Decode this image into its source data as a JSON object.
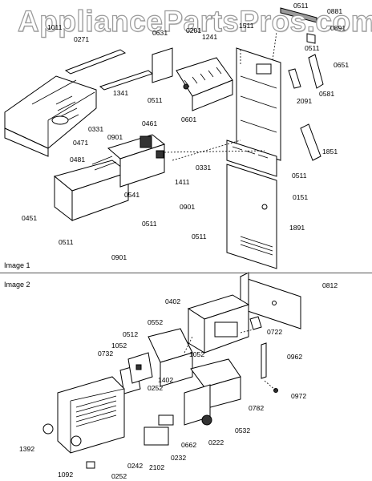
{
  "watermark": "AppliancePartsPros.com",
  "image1": {
    "label": "Image 1",
    "parts": [
      "0511",
      "0881",
      "1011",
      "0271",
      "0631",
      "0201",
      "1241",
      "1511",
      "0891",
      "0511",
      "0651",
      "0581",
      "1341",
      "0511",
      "2091",
      "0601",
      "0331",
      "0901",
      "0461",
      "0471",
      "0481",
      "0331",
      "1411",
      "1851",
      "0541",
      "0511",
      "0151",
      "0451",
      "0511",
      "0901",
      "0511",
      "1891",
      "0511",
      "0901"
    ]
  },
  "image2": {
    "label": "Image 2",
    "parts": [
      "0812",
      "0402",
      "0722",
      "0552",
      "0512",
      "1052",
      "1052",
      "0732",
      "0962",
      "1402",
      "0972",
      "0252",
      "0782",
      "0532",
      "0662",
      "0222",
      "1392",
      "0232",
      "0242",
      "2102",
      "1092",
      "0252"
    ]
  }
}
